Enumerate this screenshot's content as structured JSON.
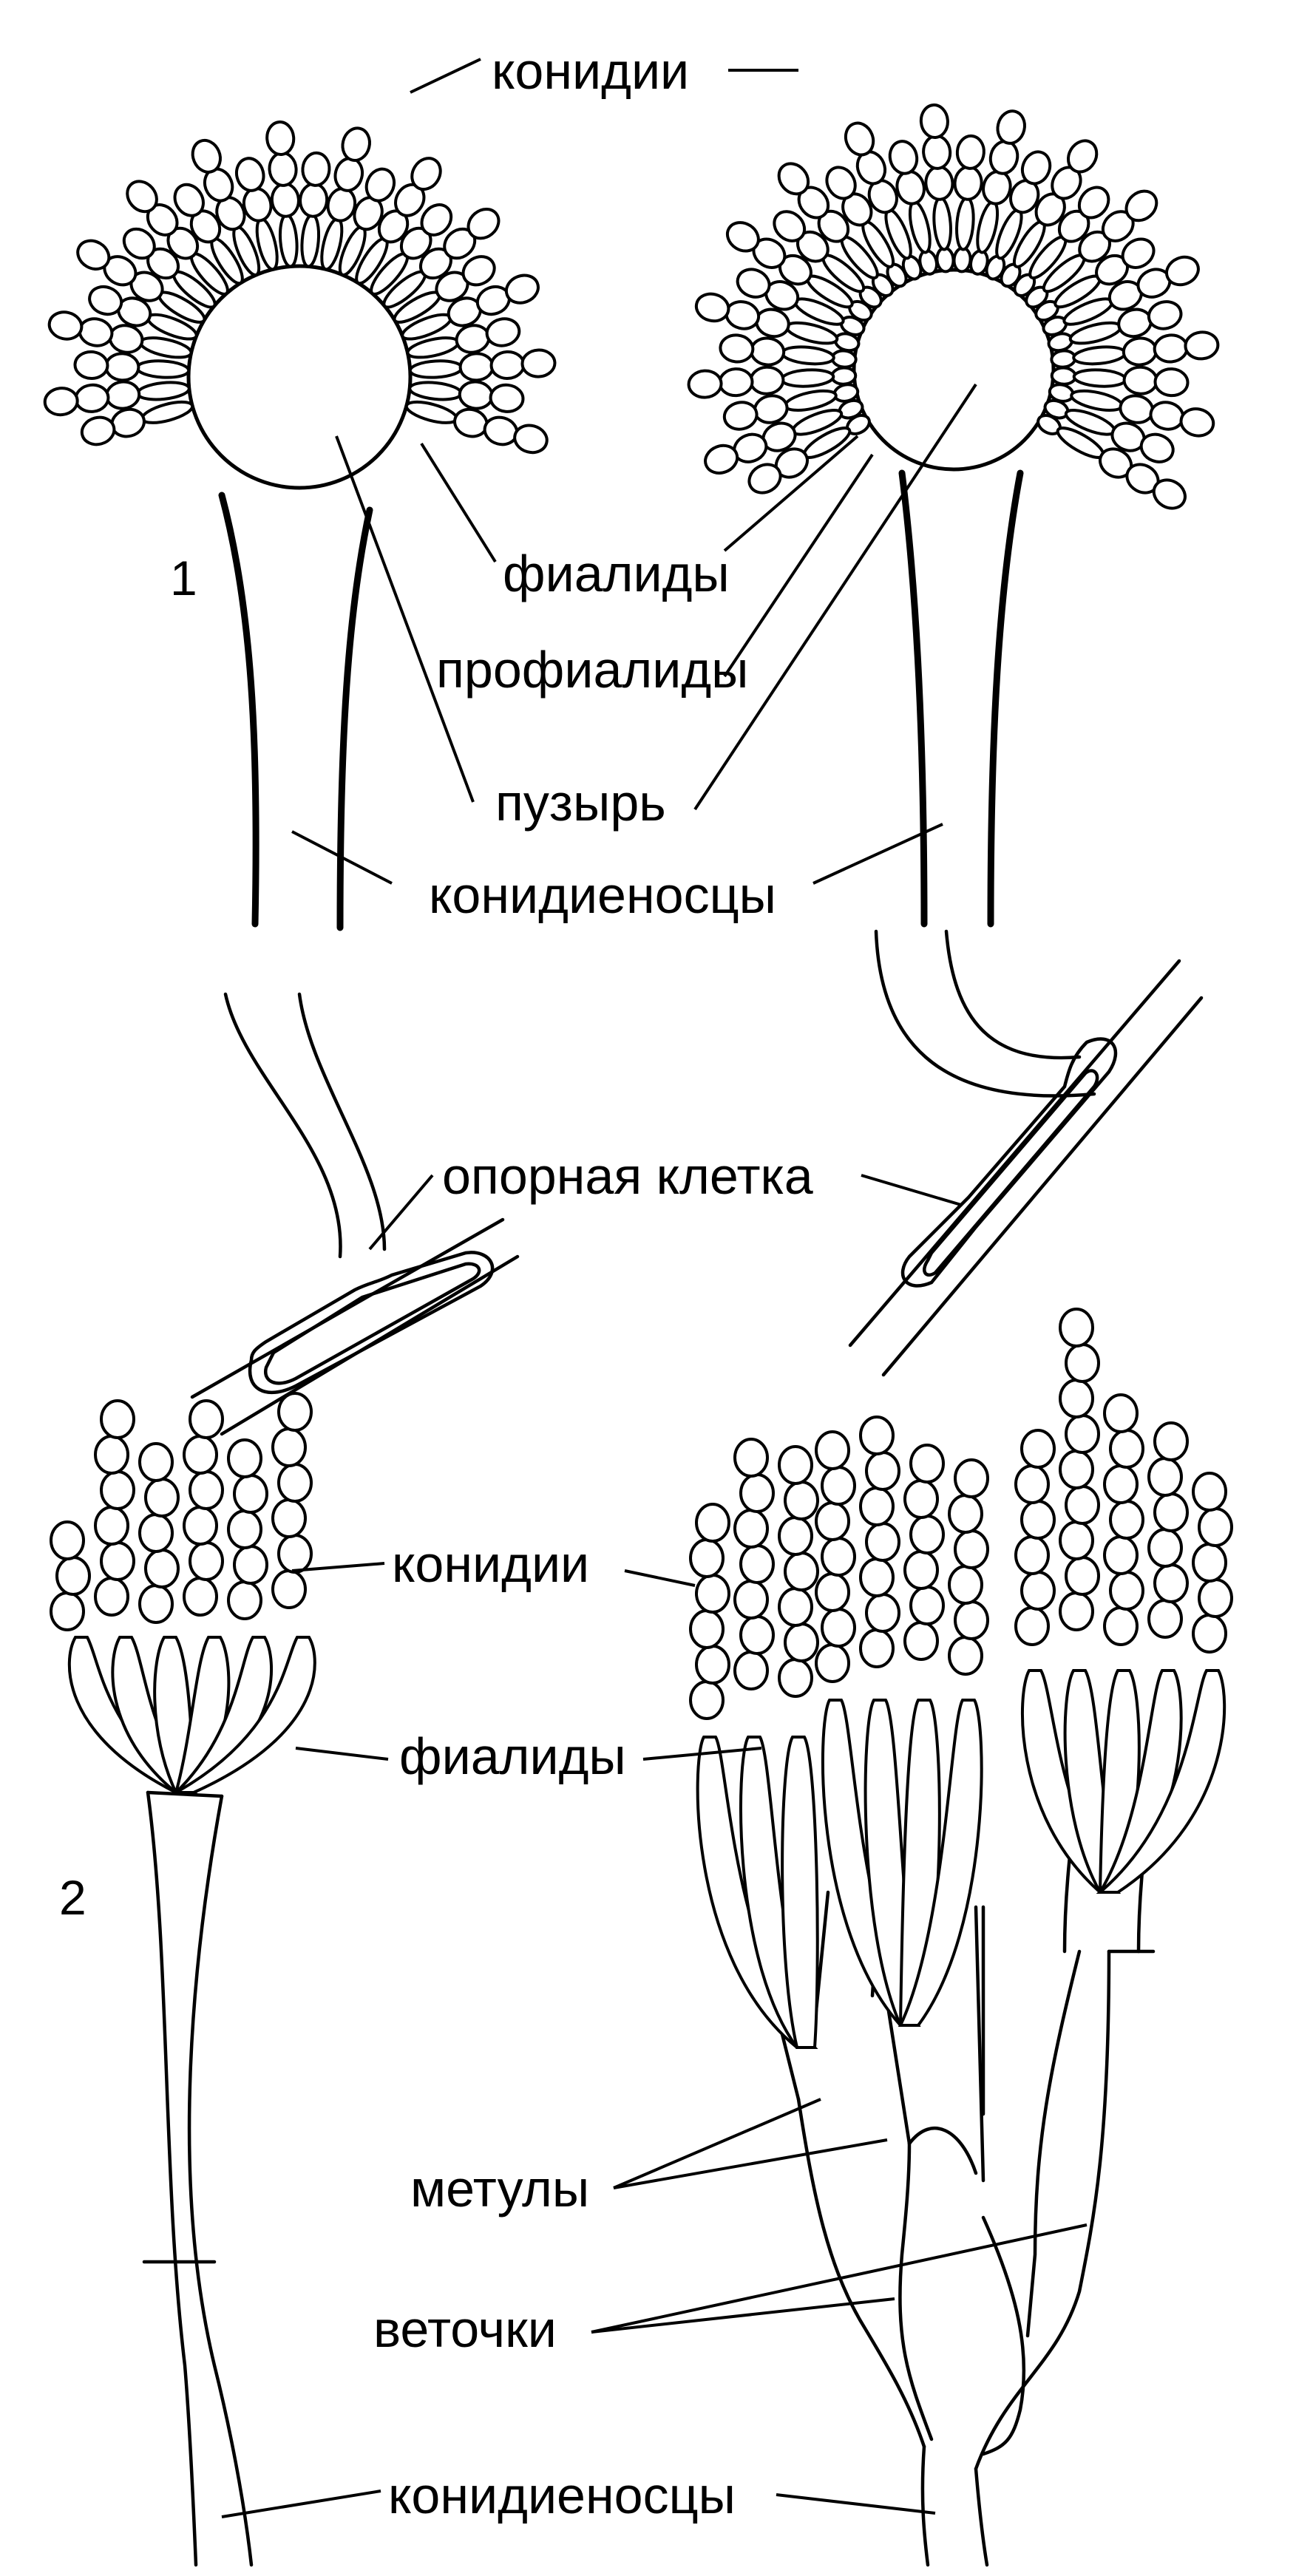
{
  "labels": {
    "conidia_top": "конидии",
    "phialides_top": "фиалиды",
    "prophialides": "профиалиды",
    "vesicle": "пузырь",
    "conidiophores_top": "конидиеносцы",
    "foot_cell": "опорная клетка",
    "conidia_bottom": "конидии",
    "phialides_bottom": "фиалиды",
    "metulae": "метулы",
    "branches": "веточки",
    "conidiophores_bottom": "конидиеносцы"
  },
  "figure_numbers": {
    "one": "1",
    "two": "2"
  },
  "colors": {
    "ink": "#000000",
    "paper": "#ffffff"
  }
}
